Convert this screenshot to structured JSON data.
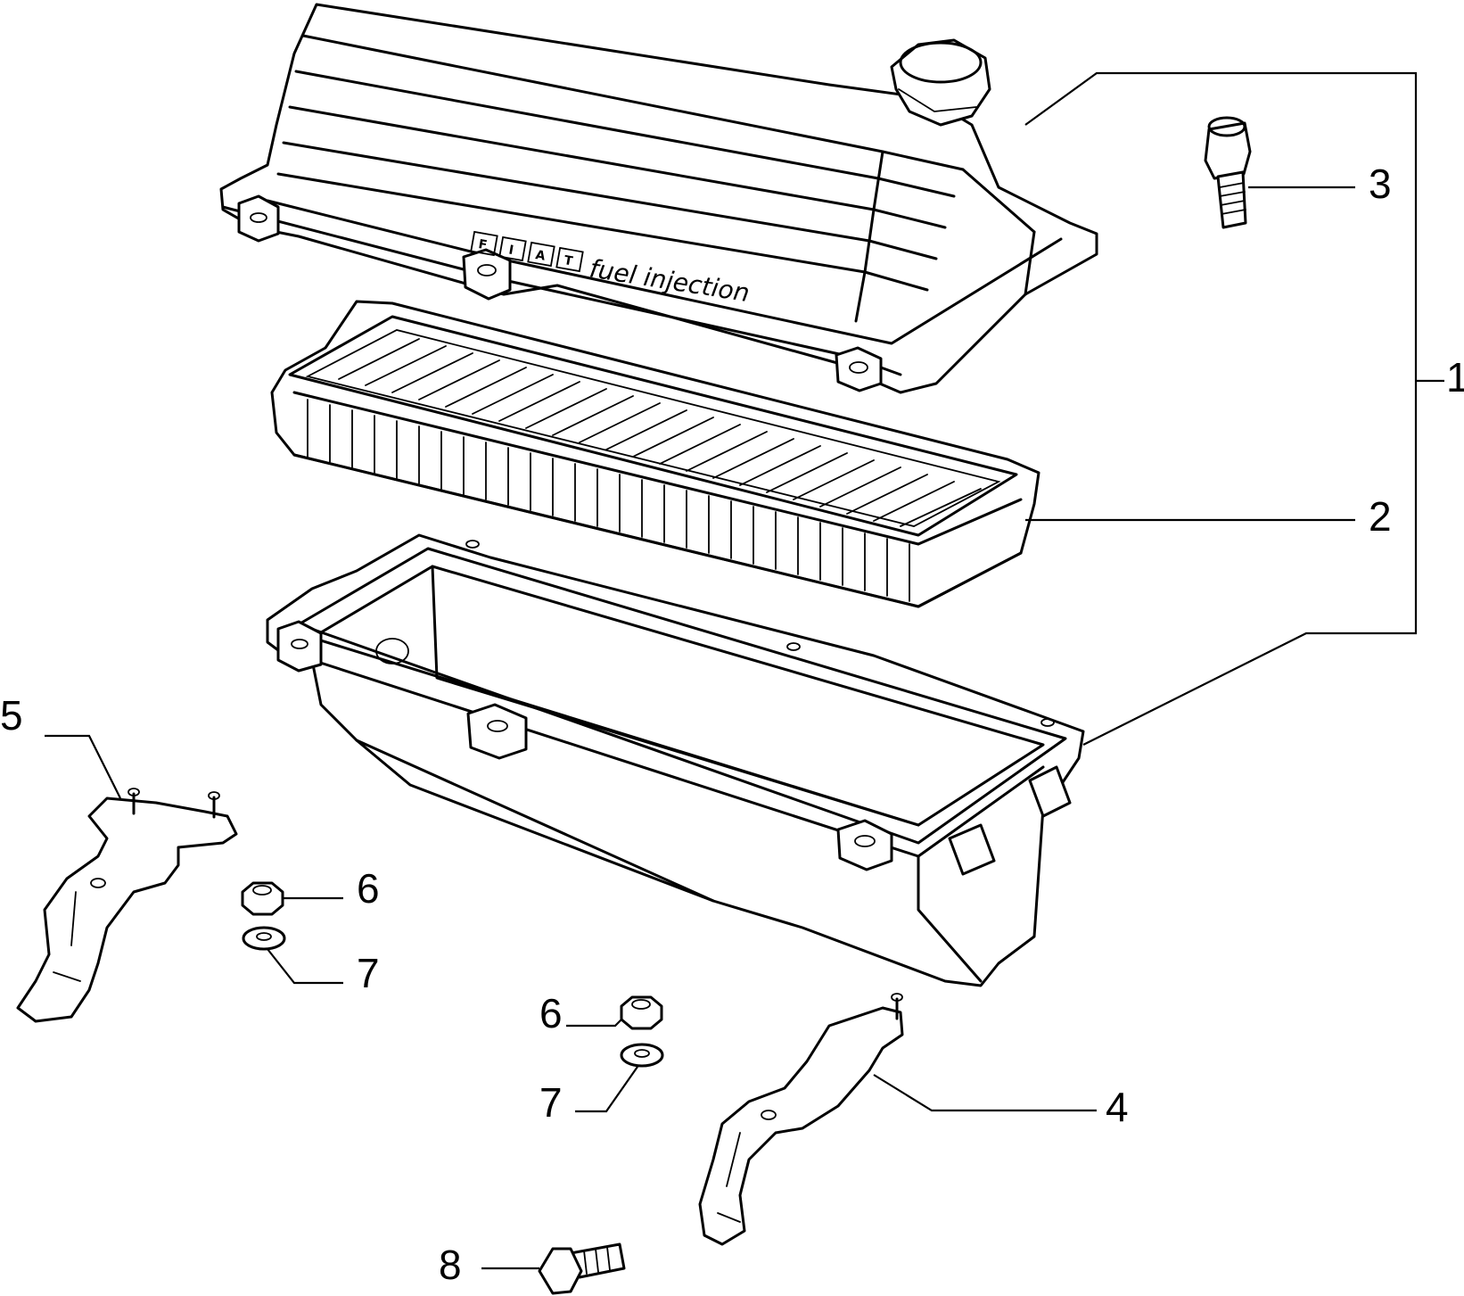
{
  "diagram": {
    "cover_marking": {
      "letters": [
        "F",
        "I",
        "A",
        "T"
      ],
      "text": "fuel injection"
    },
    "callouts": [
      {
        "id": "1",
        "part": "air-filter-assembly"
      },
      {
        "id": "2",
        "part": "filter-element"
      },
      {
        "id": "3",
        "part": "screw"
      },
      {
        "id": "4",
        "part": "bracket"
      },
      {
        "id": "5",
        "part": "bracket"
      },
      {
        "id": "6",
        "part": "nut"
      },
      {
        "id": "7",
        "part": "washer"
      },
      {
        "id": "6",
        "part": "nut"
      },
      {
        "id": "7",
        "part": "washer"
      },
      {
        "id": "8",
        "part": "screw"
      }
    ]
  }
}
